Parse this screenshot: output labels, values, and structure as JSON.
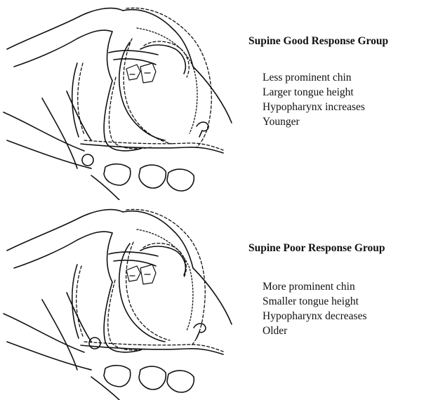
{
  "groups": [
    {
      "heading": "Supine Good Response Group",
      "items": [
        "Less prominent chin",
        "Larger tongue height",
        "Hypopharynx increases",
        "Younger"
      ]
    },
    {
      "heading": "Supine Poor Response Group",
      "items": [
        "More prominent chin",
        "Smaller tongue height",
        "Hypopharynx decreases",
        "Older"
      ]
    }
  ]
}
